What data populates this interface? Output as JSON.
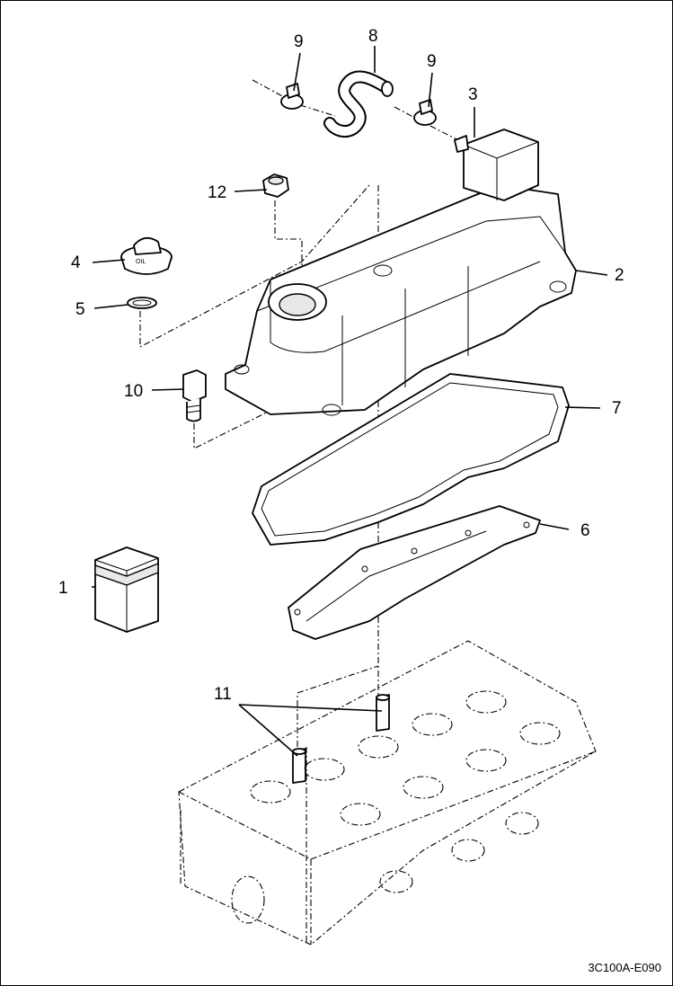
{
  "callouts": {
    "c1": "1",
    "c2": "2",
    "c3": "3",
    "c4": "4",
    "c5": "5",
    "c6": "6",
    "c7": "7",
    "c8": "8",
    "c9a": "9",
    "c9b": "9",
    "c10": "10",
    "c11": "11",
    "c12": "12"
  },
  "drawing_code": "3C100A-E090"
}
